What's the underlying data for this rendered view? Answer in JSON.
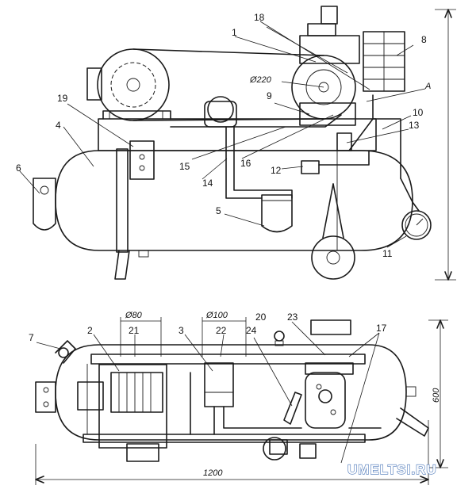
{
  "labels": {
    "n1": "1",
    "n2": "2",
    "n3": "3",
    "n4": "4",
    "n5": "5",
    "n6": "6",
    "n7": "7",
    "n8": "8",
    "n9": "9",
    "n10": "10",
    "n11": "11",
    "n12": "12",
    "n13": "13",
    "n14": "14",
    "n15": "15",
    "n16": "16",
    "n17": "17",
    "n18": "18",
    "n19": "19",
    "n20": "20",
    "n21": "21",
    "n22": "22",
    "n23": "23",
    "n24": "24",
    "A": "A"
  },
  "dimensions": {
    "pulley_diameter": "Ø220",
    "pipe_diameter_80": "Ø80",
    "pipe_diameter_100": "Ø100",
    "overall_length": "1200",
    "overall_height": "600"
  },
  "watermark": "UMELTSI.RU"
}
